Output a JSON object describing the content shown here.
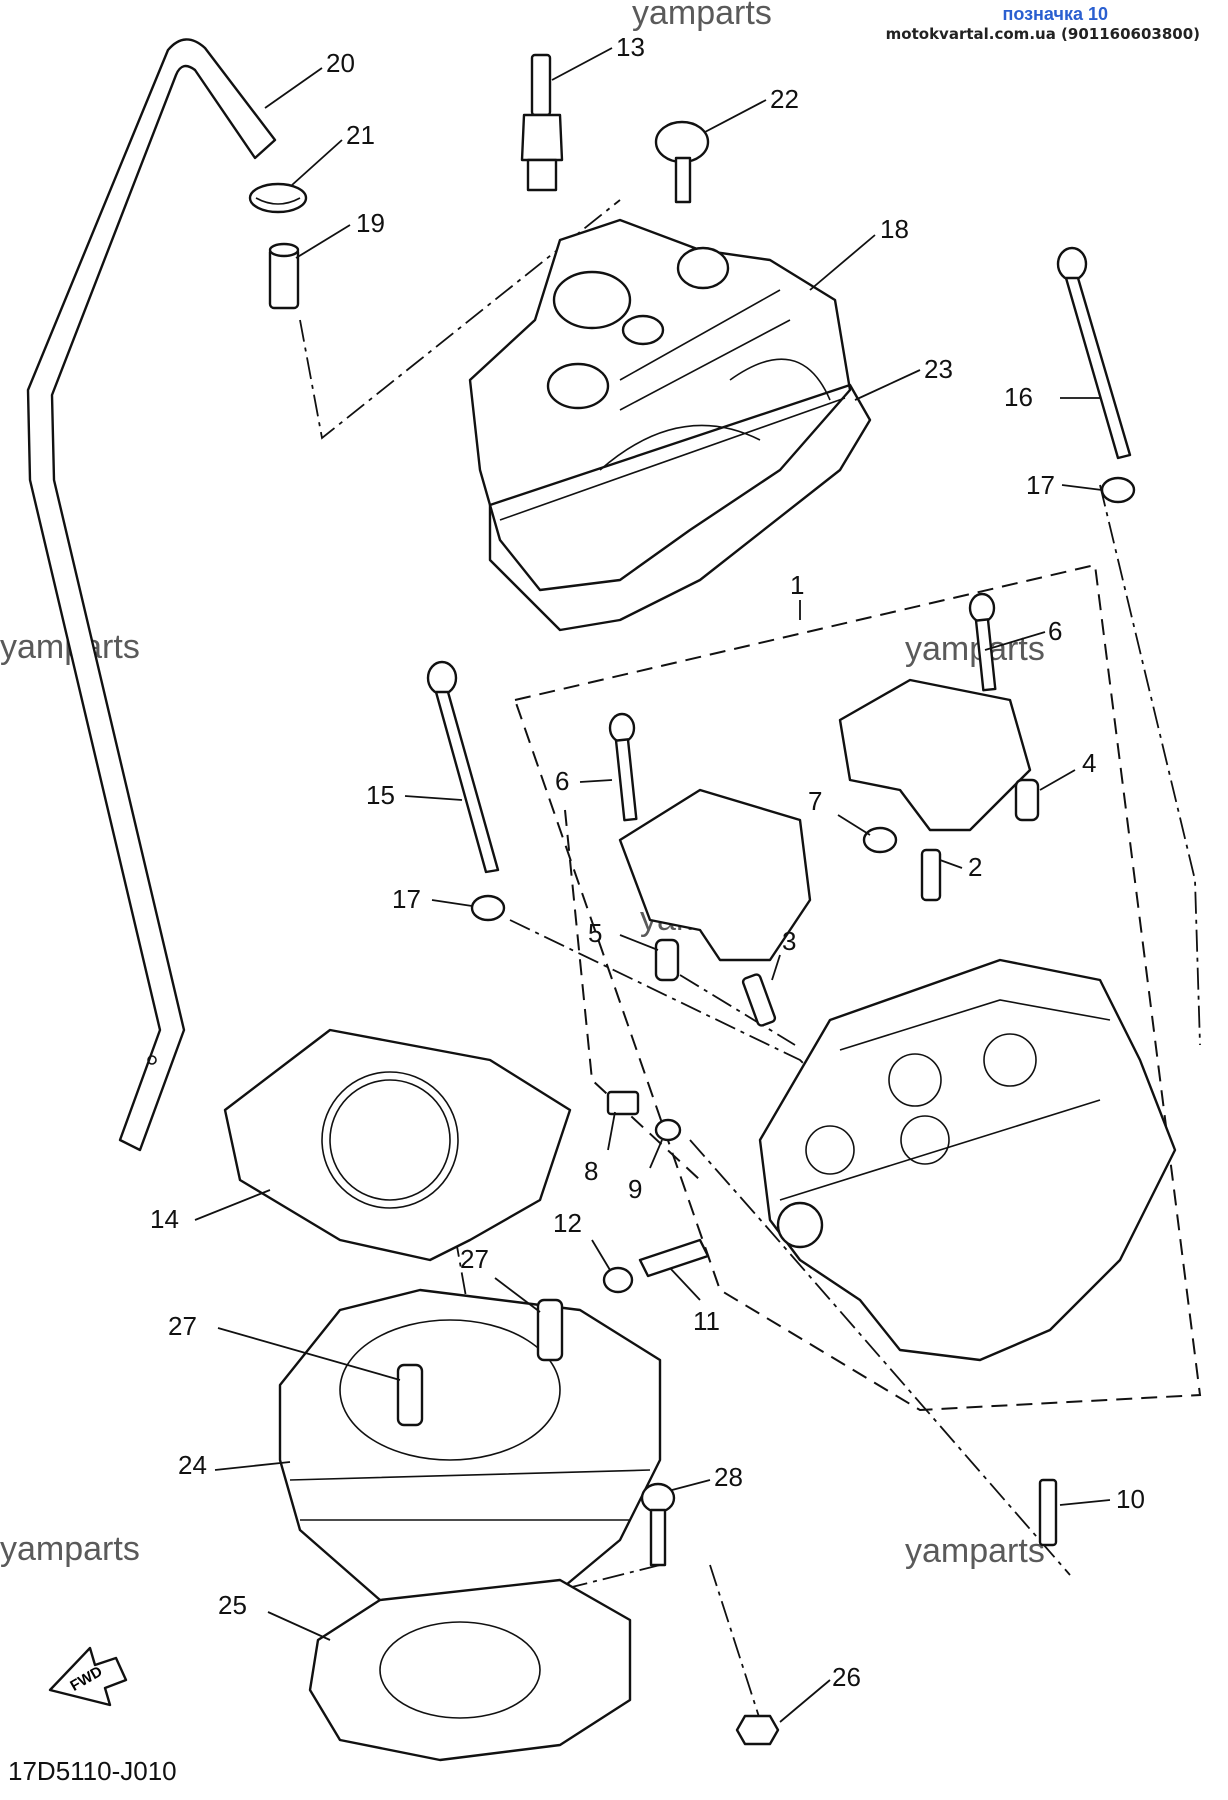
{
  "header": {
    "title": "позначка 10",
    "site": "motokvartal.com.ua (901160603800)"
  },
  "watermark": "yamparts",
  "diagram_code": "17D5110-J010",
  "fwd_label": "FWD",
  "callouts": [
    "1",
    "2",
    "3",
    "4",
    "5",
    "6",
    "6",
    "7",
    "8",
    "9",
    "10",
    "11",
    "12",
    "13",
    "14",
    "15",
    "16",
    "17",
    "17",
    "18",
    "19",
    "20",
    "21",
    "22",
    "23",
    "24",
    "25",
    "26",
    "27",
    "27",
    "28"
  ],
  "colors": {
    "line": "#111111",
    "header_title": "#2a5fd0",
    "watermark": "#5a5a5a"
  }
}
